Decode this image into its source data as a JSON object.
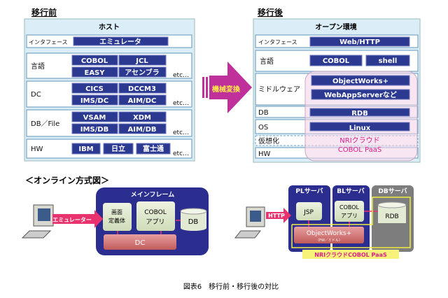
{
  "before": {
    "title": "移行前",
    "host": "ホスト",
    "rows": [
      {
        "label": "インタフェース",
        "items": [
          "エミュレータ"
        ]
      },
      {
        "label": "言語",
        "items": [
          "COBOL",
          "JCL",
          "EASY",
          "アセンブラ"
        ],
        "etc": "etc…"
      },
      {
        "label": "DC",
        "items": [
          "CICS",
          "DCCM3",
          "IMS/DC",
          "AIM/DC"
        ],
        "etc": "etc…"
      },
      {
        "label": "DB／File",
        "items": [
          "VSAM",
          "XDM",
          "IMS/DB",
          "AIM/DB"
        ],
        "etc": "etc…"
      },
      {
        "label": "HW",
        "items": [
          "IBM",
          "日立",
          "富士通"
        ],
        "etc": "etc…"
      }
    ]
  },
  "arrow": {
    "label": "機械変換"
  },
  "after": {
    "title": "移行後",
    "env": "オープン環境",
    "rows": [
      {
        "label": "インタフェース",
        "items": [
          "Web/HTTP"
        ]
      },
      {
        "label": "言語",
        "items": [
          "COBOL",
          "shell"
        ]
      },
      {
        "label": "ミドルウェア",
        "items": [
          "ObjectWorks+",
          "WebAppServerなど"
        ]
      },
      {
        "label": "DB",
        "items": [
          "RDB"
        ]
      },
      {
        "label": "OS",
        "items": [
          "Linux"
        ]
      },
      {
        "label": "仮想化"
      },
      {
        "label": "HW"
      }
    ],
    "cloud": [
      "NRIクラウド",
      "COBOL PaaS"
    ]
  },
  "online": {
    "title": "＜オンライン方式図＞",
    "left": {
      "arrow": "エミュレーター",
      "frame": "メインフレーム",
      "screen": [
        "画面",
        "定義体"
      ],
      "app": [
        "COBOL",
        "アプリ"
      ],
      "db": "DB",
      "dc": "DC"
    },
    "right": {
      "arrow": "HTTP",
      "pl": "PLサーバ",
      "bl": "BLサーバ",
      "dbs": "DBサーバ",
      "jsp": "JSP",
      "app": [
        "COBOL",
        "アプリ"
      ],
      "rdb": "RDB",
      "ow": "ObjectWorks+",
      "ow_sub": "（FW／ミドル）",
      "paas": "NRIクラウドCOBOL PaaS"
    }
  },
  "caption": "図表6　移行前・移行後の対比",
  "colors": {
    "navy": "#2b3990",
    "magenta": "#d63c9a",
    "panel": "#dbeef8",
    "pink": "#e8336e"
  }
}
